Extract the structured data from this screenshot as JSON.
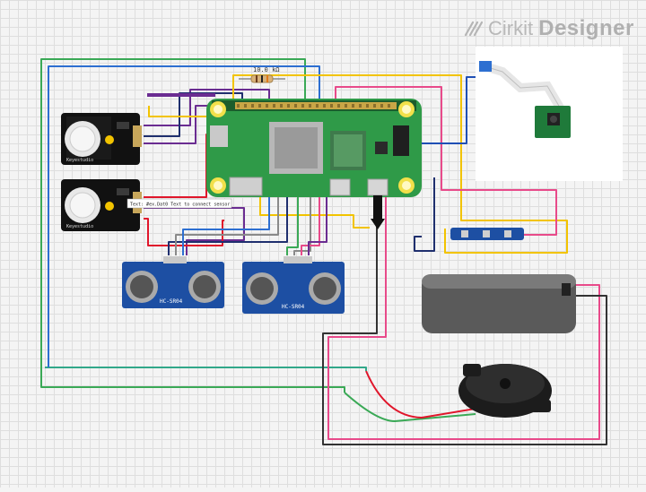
{
  "brand": {
    "name_light": "Cirkit",
    "name_bold": "Designer",
    "icon": "cirkit-logo-icon"
  },
  "components": {
    "pir_sensor_1": {
      "brand_label": "Keyestudio",
      "icon": "pir-sensor-icon"
    },
    "pir_sensor_2": {
      "brand_label": "Keyestudio",
      "icon": "pir-sensor-icon"
    },
    "raspberry_pi": {
      "icon": "raspberry-pi-zero-2w-icon"
    },
    "ultrasonic_1": {
      "label": "HC-SR04",
      "icon": "ultrasonic-sensor-icon"
    },
    "ultrasonic_2": {
      "label": "HC-SR04",
      "icon": "ultrasonic-sensor-icon"
    },
    "camera": {
      "icon": "camera-module-icon"
    },
    "power_bank": {
      "icon": "power-bank-icon"
    },
    "buzzer": {
      "icon": "piezo-buzzer-icon"
    },
    "resistor": {
      "value": "10.0 kΩ",
      "icon": "resistor-icon"
    },
    "note": {
      "text": "Text: #ex.Dat0 Text to connect sensor"
    },
    "button_strip": {
      "icon": "pushbutton-strip-icon"
    }
  },
  "colors": {
    "green": "#3aa956",
    "purple": "#6a2c91",
    "yellow": "#f2c300",
    "pink": "#e84a8a",
    "red": "#e0162b",
    "blue": "#2d6fd1",
    "navy": "#1f2f6e",
    "gray": "#8a8a8a",
    "teal": "#32a88a",
    "board_green": "#1f8a3a",
    "sensor_blue": "#1d4fa3"
  }
}
